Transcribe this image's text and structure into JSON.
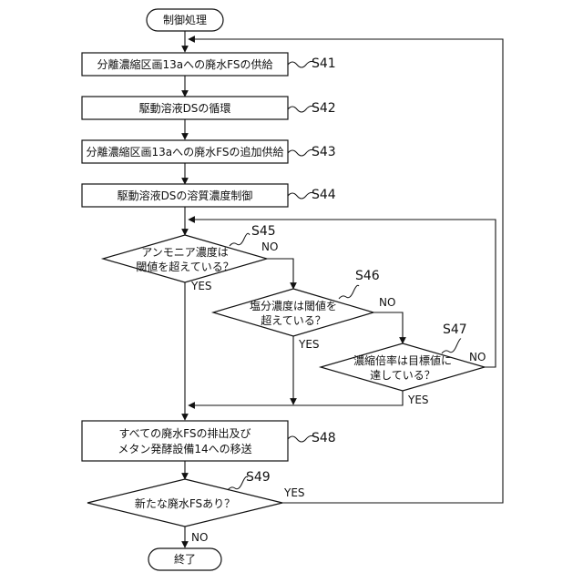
{
  "flowchart": {
    "start": "制御処理",
    "end": "終了",
    "steps": {
      "s41": {
        "label": "S41",
        "text": "分離濃縮区画13aへの廃水FSの供給"
      },
      "s42": {
        "label": "S42",
        "text": "駆動溶液DSの循環"
      },
      "s43": {
        "label": "S43",
        "text": "分離濃縮区画13aへの廃水FSの追加供給"
      },
      "s44": {
        "label": "S44",
        "text": "駆動溶液DSの溶質濃度制御"
      },
      "s45": {
        "label": "S45",
        "line1": "アンモニア濃度は",
        "line2": "閾値を超えている？"
      },
      "s46": {
        "label": "S46",
        "line1": "塩分濃度は閾値を",
        "line2": "超えている？"
      },
      "s47": {
        "label": "S47",
        "line1": "濃縮倍率は目標値に",
        "line2": "達している？"
      },
      "s48": {
        "label": "S48",
        "line1": "すべての廃水FSの排出及び",
        "line2": "メタン発酵設備14への移送"
      },
      "s49": {
        "label": "S49",
        "text": "新たな廃水FSあり？"
      }
    },
    "edge_labels": {
      "s45_yes": "YES",
      "s45_no": "NO",
      "s46_yes": "YES",
      "s46_no": "NO",
      "s47_yes": "YES",
      "s47_no": "NO",
      "s49_yes": "YES",
      "s49_no": "NO"
    }
  }
}
